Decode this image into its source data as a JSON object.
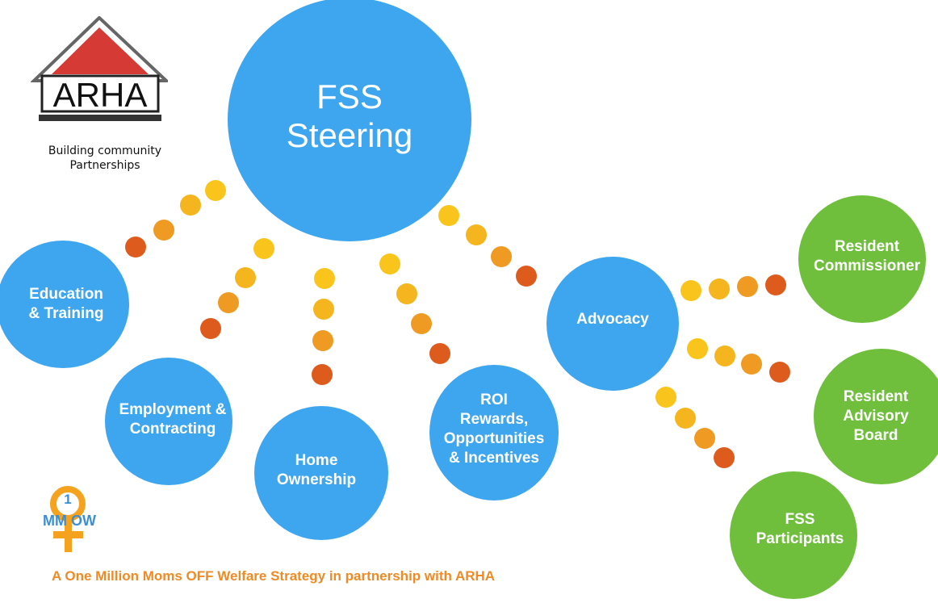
{
  "logo": {
    "arha_text": "ARHA",
    "tagline": "Building community\nPartnerships",
    "mmow_text": "MM OW",
    "mmow_digit": "1"
  },
  "nodes": {
    "center": "FSS\nSteering",
    "education": "Education\n& Training",
    "employment": "Employment &\nContracting",
    "home": "Home\nOwnership",
    "roi": "ROI\nRewards,\nOpportunities\n& Incentives",
    "advocacy": "Advocacy",
    "commissioner": "Resident\nCommissioner",
    "advisory": "Resident\nAdvisory\nBoard",
    "participants": "FSS\nParticipants"
  },
  "footer": "A One Million Moms OFF Welfare Strategy in partnership with ARHA",
  "colors": {
    "blue": "#3ea6ee",
    "green": "#6fbf3c",
    "dot_yellow": "#f9c51c",
    "dot_orange": "#ef9a22",
    "dot_red": "#de5b1e",
    "footer": "#f08a24",
    "roof": "#d63a35"
  }
}
